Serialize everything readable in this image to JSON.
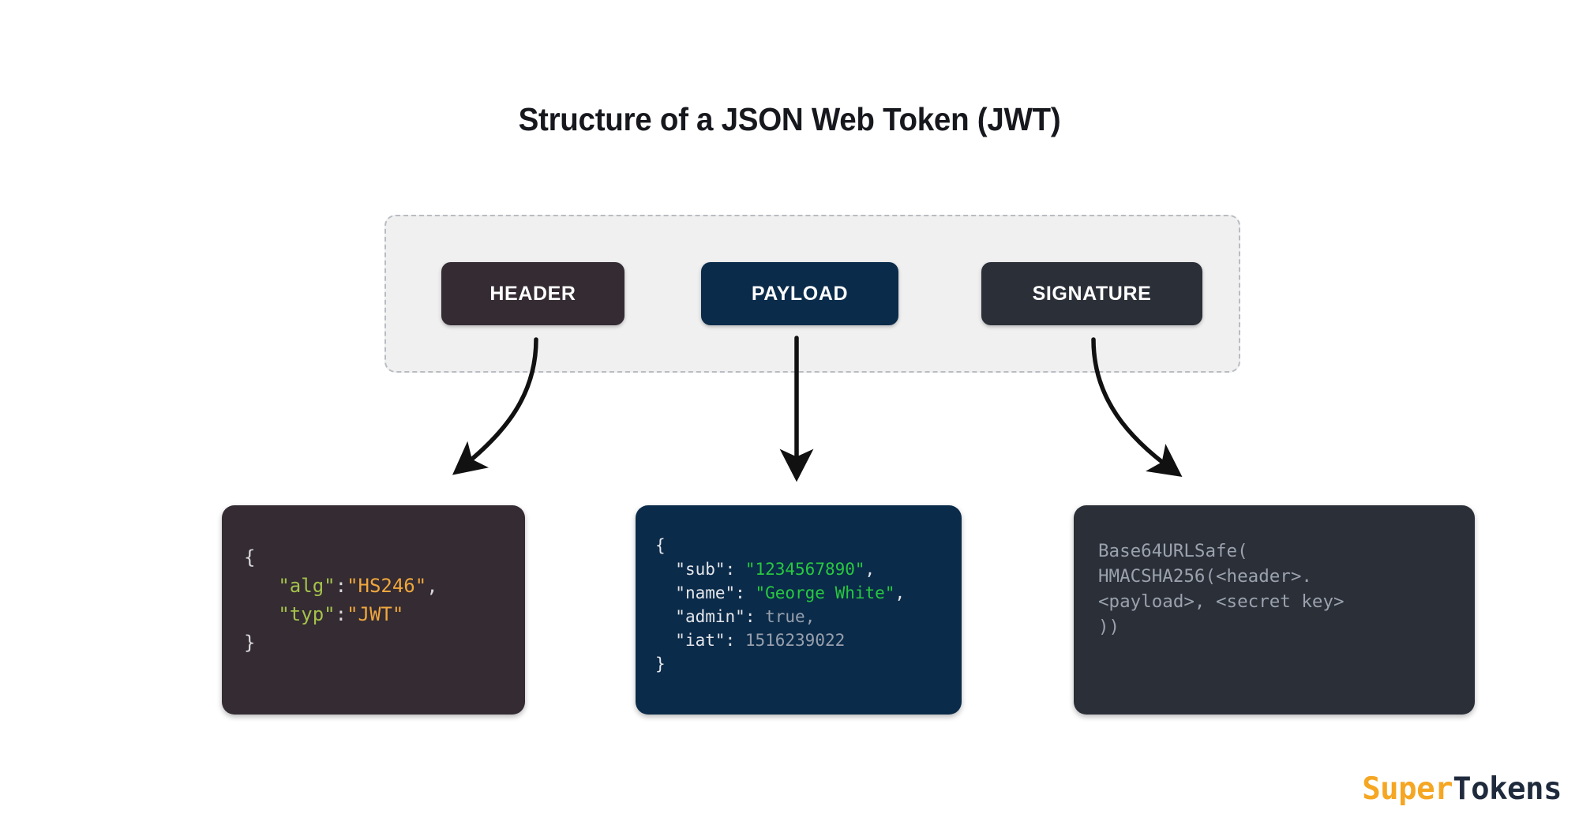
{
  "page": {
    "title": "Structure of a JSON Web Token (JWT)"
  },
  "token_group": {
    "parts": [
      {
        "id": "header",
        "label": "HEADER",
        "color": "#342b33"
      },
      {
        "id": "payload",
        "label": "PAYLOAD",
        "color": "#0b2b4a"
      },
      {
        "id": "signature",
        "label": "SIGNATURE",
        "color": "#2b2f38"
      }
    ]
  },
  "arrows": [
    {
      "id": "header-arrow",
      "from": "HEADER",
      "to": "header-code-box",
      "shape": "curve-left",
      "color": "#111111"
    },
    {
      "id": "payload-arrow",
      "from": "PAYLOAD",
      "to": "payload-code-box",
      "shape": "straight",
      "color": "#111111"
    },
    {
      "id": "signature-arrow",
      "from": "SIGNATURE",
      "to": "signature-code-box",
      "shape": "curve-right",
      "color": "#111111"
    }
  ],
  "code_boxes": {
    "header": {
      "background": "#342b33",
      "lines": [
        [
          {
            "text": "{",
            "style": "punct-lite"
          }
        ],
        [
          {
            "text": "   ",
            "style": "punct-lite"
          },
          {
            "text": "\"alg\"",
            "style": "key-green"
          },
          {
            "text": ":",
            "style": "punct-lite"
          },
          {
            "text": "\"HS246\"",
            "style": "val-orange"
          },
          {
            "text": ",",
            "style": "punct-lite"
          }
        ],
        [
          {
            "text": "   ",
            "style": "punct-lite"
          },
          {
            "text": "\"typ\"",
            "style": "key-green"
          },
          {
            "text": ":",
            "style": "punct-lite"
          },
          {
            "text": "\"JWT\"",
            "style": "val-orange"
          }
        ],
        [
          {
            "text": "}",
            "style": "punct-lite"
          }
        ]
      ]
    },
    "payload": {
      "background": "#0b2b4a",
      "lines": [
        [
          {
            "text": "{",
            "style": "key-white"
          }
        ],
        [
          {
            "text": "  ",
            "style": "key-white"
          },
          {
            "text": "\"sub\"",
            "style": "key-white"
          },
          {
            "text": ": ",
            "style": "key-white"
          },
          {
            "text": "\"1234567890\"",
            "style": "str-green"
          },
          {
            "text": ",",
            "style": "key-white"
          }
        ],
        [
          {
            "text": "  ",
            "style": "key-white"
          },
          {
            "text": "\"name\"",
            "style": "key-white"
          },
          {
            "text": ": ",
            "style": "key-white"
          },
          {
            "text": "\"George White\"",
            "style": "str-green"
          },
          {
            "text": ",",
            "style": "key-white"
          }
        ],
        [
          {
            "text": "  ",
            "style": "key-white"
          },
          {
            "text": "\"admin\"",
            "style": "key-white"
          },
          {
            "text": ": ",
            "style": "key-white"
          },
          {
            "text": "true",
            "style": "lit-gray"
          },
          {
            "text": ",",
            "style": "lit-gray"
          }
        ],
        [
          {
            "text": "  ",
            "style": "key-white"
          },
          {
            "text": "\"iat\"",
            "style": "key-white"
          },
          {
            "text": ": ",
            "style": "key-white"
          },
          {
            "text": "1516239022",
            "style": "lit-gray"
          }
        ],
        [
          {
            "text": "}",
            "style": "key-white"
          }
        ]
      ]
    },
    "signature": {
      "background": "#2b2f38",
      "lines": [
        [
          {
            "text": "Base64URLSafe(",
            "style": "sig-gray"
          }
        ],
        [
          {
            "text": "HMACSHA256(<header>.",
            "style": "sig-gray"
          }
        ],
        [
          {
            "text": "<payload>, <secret key>",
            "style": "sig-gray"
          }
        ],
        [
          {
            "text": "))",
            "style": "sig-gray"
          }
        ]
      ]
    }
  },
  "logo": {
    "first": "Super",
    "second": "Tokens",
    "first_color": "#f5a623",
    "second_color": "#1f2a3c"
  }
}
